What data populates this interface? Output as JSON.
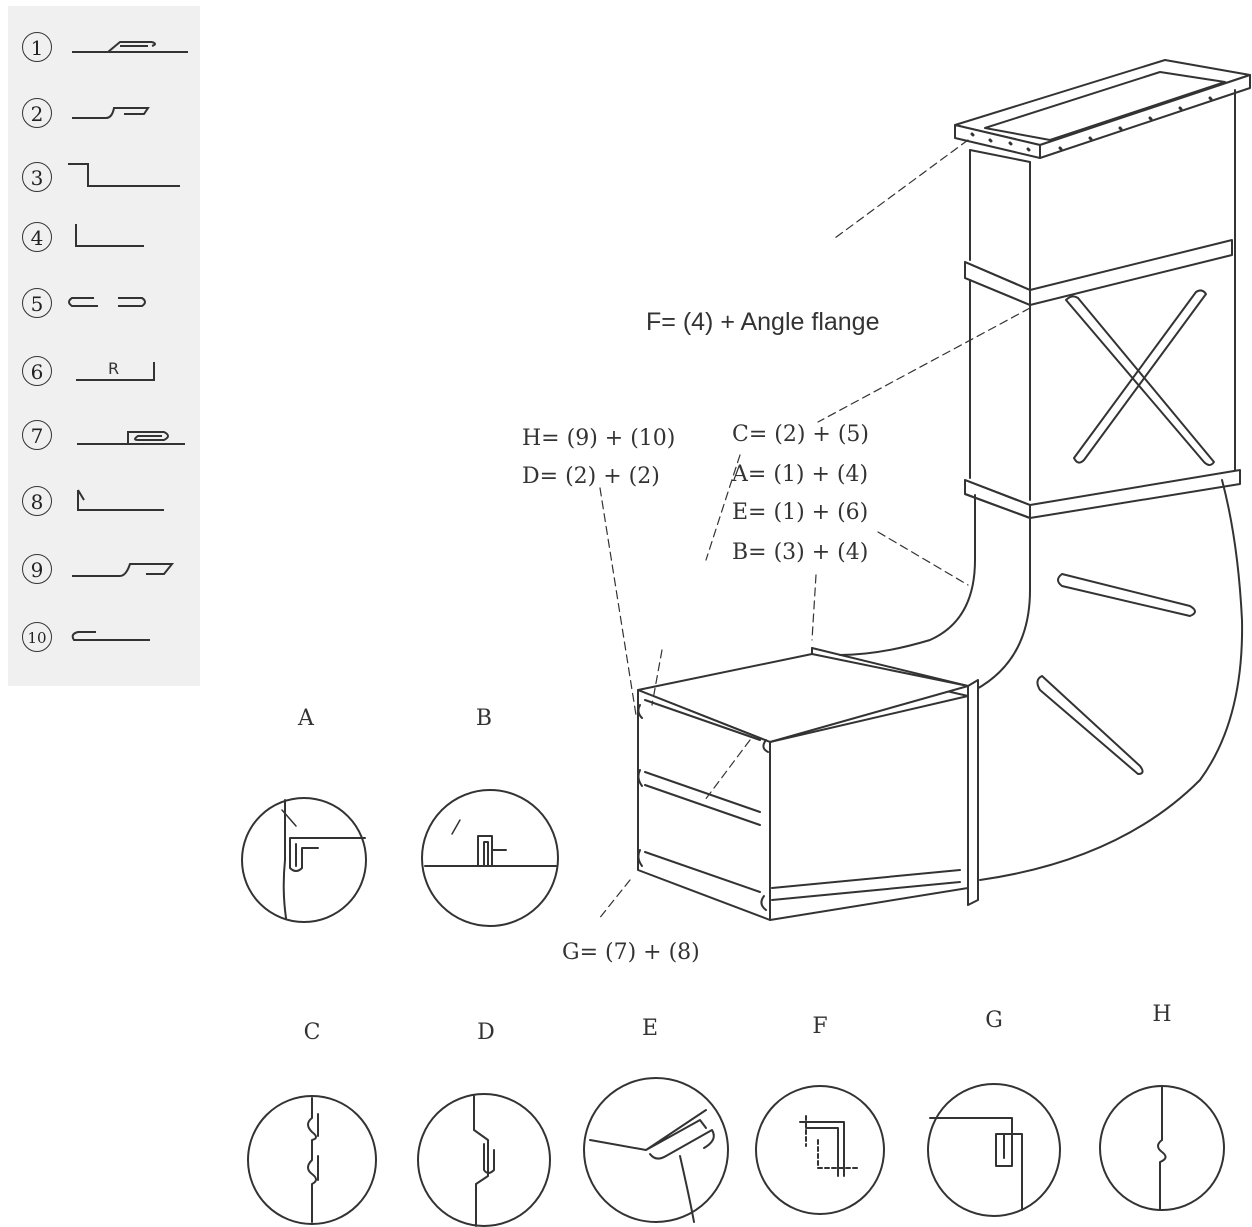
{
  "legend": {
    "items": [
      {
        "num": "1",
        "icon": "double-fold-seam-icon"
      },
      {
        "num": "2",
        "icon": "offset-hook-icon"
      },
      {
        "num": "3",
        "icon": "step-down-icon"
      },
      {
        "num": "4",
        "icon": "right-angle-icon"
      },
      {
        "num": "5",
        "icon": "cap-strip-icon"
      },
      {
        "num": "6",
        "icon": "r-bend-icon"
      },
      {
        "num": "7",
        "icon": "rolled-hem-icon"
      },
      {
        "num": "8",
        "icon": "flange-tab-icon"
      },
      {
        "num": "9",
        "icon": "offset-hook-long-icon"
      },
      {
        "num": "10",
        "icon": "open-hem-icon"
      }
    ]
  },
  "callouts": {
    "f": "F= (4) + Angle flange",
    "h": "H= (9) + (10)",
    "d": "D= (2) + (2)",
    "c": "C= (2) + (5)",
    "a": "A= (1) + (4)",
    "e": "E= (1) + (6)",
    "b": "B= (3) + (4)",
    "g": "G= (7) + (8)"
  },
  "details": {
    "row1": [
      "A",
      "B"
    ],
    "row2": [
      "C",
      "D",
      "E",
      "F",
      "G",
      "H"
    ]
  },
  "colors": {
    "line": "#333333",
    "panel": "#f0f0f0"
  }
}
